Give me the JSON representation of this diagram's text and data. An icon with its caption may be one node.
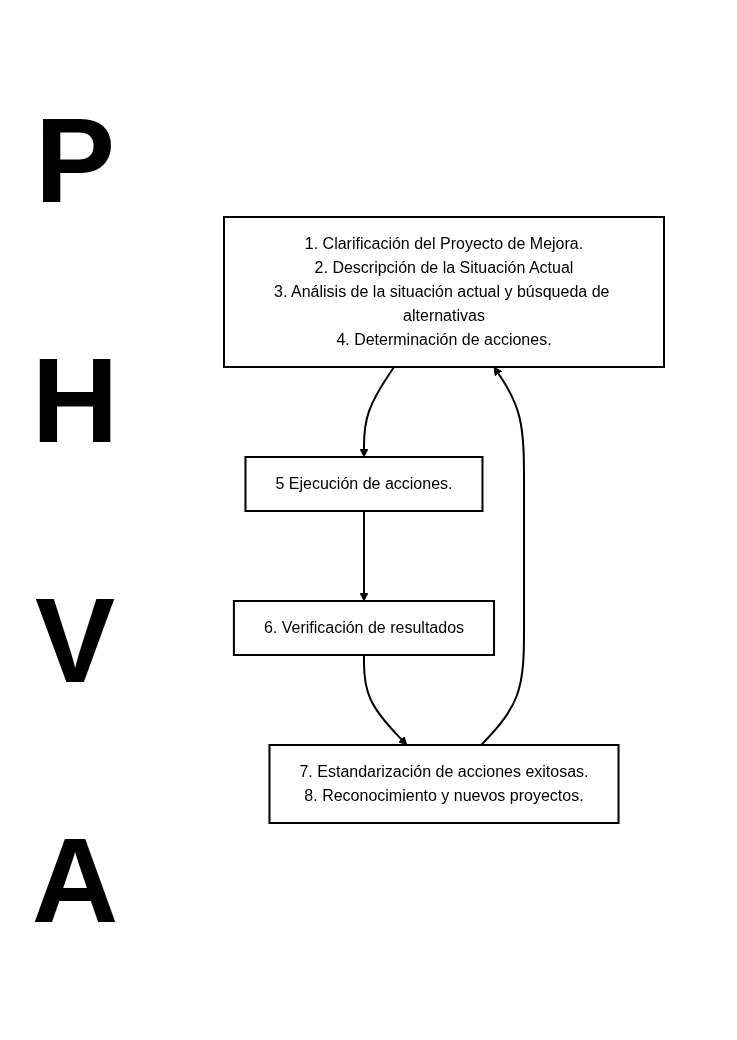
{
  "diagram": {
    "nodes": [
      {
        "text": [
          "1. Clarificación del Proyecto de Mejora.",
          "2. Descripción de la Situación Actual",
          "3. Análisis de la situación actual y búsqueda de alternativas",
          "4. Determinación de acciones."
        ]
      },
      {
        "text": [
          "5 Ejecución de acciones."
        ]
      },
      {
        "text": [
          "6. Verificación de resultados"
        ]
      },
      {
        "text": [
          "7. Estandarización de acciones exitosas.",
          "8. Reconocimiento y nuevos proyectos."
        ]
      }
    ],
    "edges": [
      {
        "from": 0,
        "to": 1,
        "arrow": "to"
      },
      {
        "from": 1,
        "to": 2,
        "arrow": "to"
      },
      {
        "from": 2,
        "to": 3,
        "arrow": "to"
      },
      {
        "from": 3,
        "to": 0,
        "arrow": "to"
      }
    ],
    "labels": [
      "P",
      "H",
      "V",
      "A"
    ]
  }
}
